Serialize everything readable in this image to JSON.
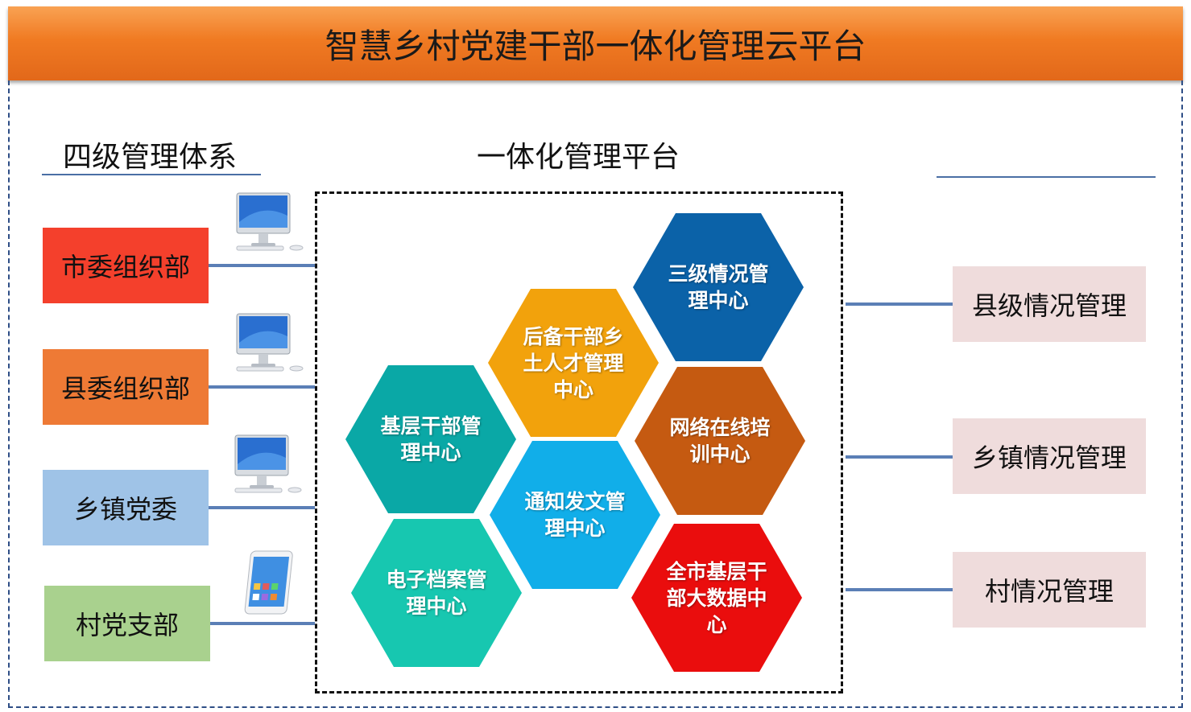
{
  "banner": {
    "title": "智慧乡村党建干部一体化管理云平台"
  },
  "sections": {
    "left_title": "四级管理体系",
    "center_title": "一体化管理平台",
    "right_title": ""
  },
  "levels": [
    {
      "label": "市委组织部",
      "color": "#f4402c",
      "device": "desktop-icon"
    },
    {
      "label": "县委组织部",
      "color": "#ee7a35",
      "device": "desktop-icon"
    },
    {
      "label": "乡镇党委",
      "color": "#9fc3e7",
      "device": "desktop-icon"
    },
    {
      "label": "村党支部",
      "color": "#a9d18e",
      "device": "smartphone-icon"
    }
  ],
  "hexagons": [
    {
      "name": "hex-three-level",
      "label": "三级情况管理中心",
      "color": "#0b62a8"
    },
    {
      "name": "hex-reserve-cadres",
      "label": "后备干部乡土人才管理中心",
      "color": "#f2a20c"
    },
    {
      "name": "hex-grassroots-cadres",
      "label": "基层干部管理中心",
      "color": "#0aa8a6"
    },
    {
      "name": "hex-online-training",
      "label": "网络在线培训中心",
      "color": "#c55a11"
    },
    {
      "name": "hex-notice",
      "label": "通知发文管理中心",
      "color": "#11aee9"
    },
    {
      "name": "hex-electronic-archive",
      "label": "电子档案管理中心",
      "color": "#17c7b0"
    },
    {
      "name": "hex-big-data",
      "label": "全市基层干部大数据中心",
      "color": "#ea0d0d"
    }
  ],
  "right_items": [
    {
      "label": "县级情况管理"
    },
    {
      "label": "乡镇情况管理"
    },
    {
      "label": "村情况管理"
    }
  ]
}
